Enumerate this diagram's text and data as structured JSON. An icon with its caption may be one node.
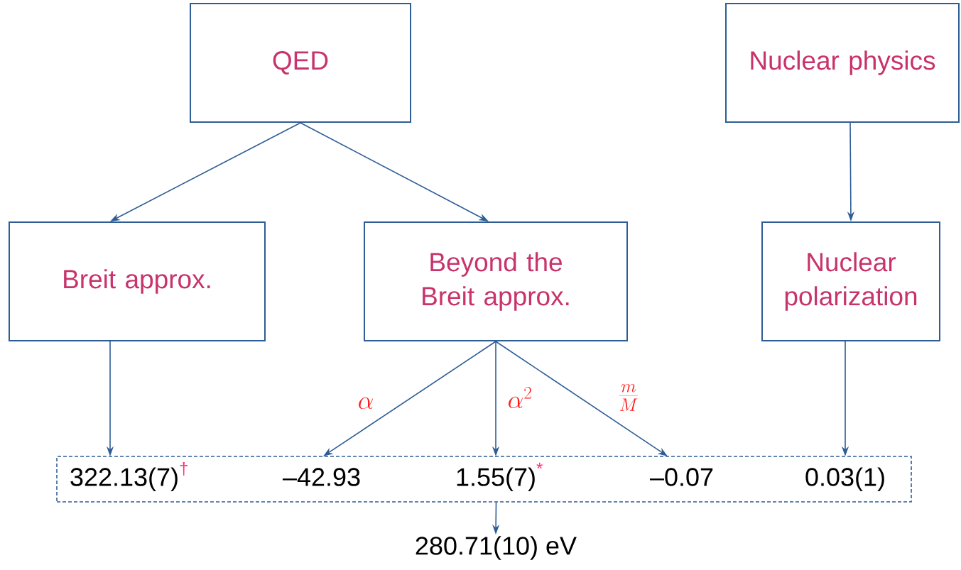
{
  "diagram": {
    "nodes": [
      {
        "text": [
          "QED"
        ]
      },
      {
        "text": [
          "Nuclear physics"
        ]
      },
      {
        "text": [
          "Breit approx."
        ]
      },
      {
        "text": [
          "Beyond the Breit approx."
        ]
      },
      {
        "text": [
          "Nuclear polarization"
        ]
      },
      {
        "text": [],
        "shape": "box"
      },
      {
        "text": [
          "322.13(7)",
          "†"
        ],
        "in": 5
      },
      {
        "text": [
          "–42.93"
        ],
        "in": 5
      },
      {
        "text": [
          "1.55(7)",
          "*"
        ],
        "in": 5
      },
      {
        "text": [
          "–0.07"
        ],
        "in": 5
      },
      {
        "text": [
          "0.03(1)"
        ],
        "in": 5
      },
      {
        "text": [
          "280.71(10) eV"
        ]
      }
    ],
    "edges": [
      {
        "from": 0,
        "to": 2,
        "arrow": "to"
      },
      {
        "from": 0,
        "to": 3,
        "arrow": "to"
      },
      {
        "from": 1,
        "to": 4,
        "arrow": "to"
      },
      {
        "from": 2,
        "to": 6,
        "arrow": "to"
      },
      {
        "from": 3,
        "to": 7,
        "arrow": "to",
        "label": "\\alpha"
      },
      {
        "from": 3,
        "to": 8,
        "arrow": "to",
        "label": "\\alpha^2"
      },
      {
        "from": 3,
        "to": 9,
        "arrow": "to",
        "label": "\\frac{m}{M}"
      },
      {
        "from": 4,
        "to": 10,
        "arrow": "to"
      },
      {
        "from": 5,
        "to": 11,
        "arrow": "to"
      }
    ]
  }
}
